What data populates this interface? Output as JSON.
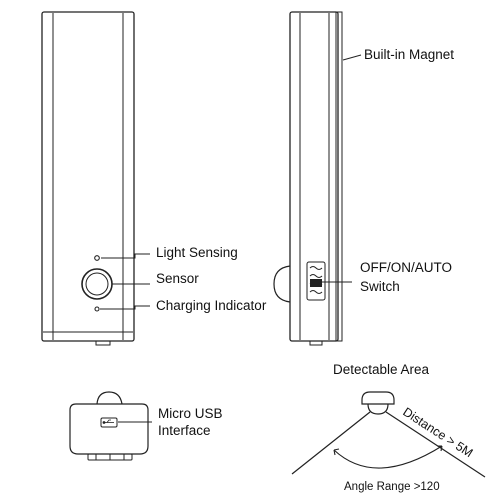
{
  "labels": {
    "magnet": "Built-in Magnet",
    "light_sensing": "Light Sensing",
    "sensor": "Sensor",
    "charging": "Charging Indicator",
    "switch_line1": "OFF/ON/AUTO",
    "switch_line2": "Switch",
    "detectable_area": "Detectable Area",
    "usb_line1": "Micro USB",
    "usb_line2": "Interface",
    "distance": "Distance > 5M",
    "angle": "Angle Range >120"
  },
  "colors": {
    "stroke": "#222222",
    "text": "#111111"
  },
  "icons": {
    "usb": "usb-icon"
  }
}
